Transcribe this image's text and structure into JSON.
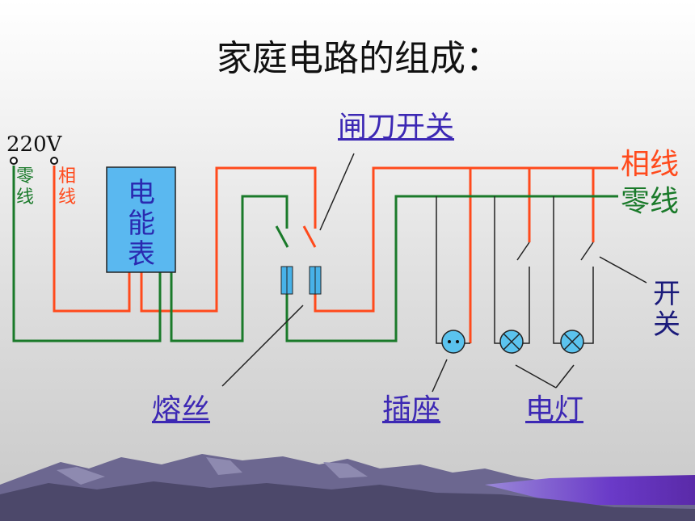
{
  "title": "家庭电路的组成：",
  "voltage": "220V",
  "source_terminals": {
    "neutral": "零线",
    "phase": "相线"
  },
  "meter_label": "电能表",
  "line_labels": {
    "phase": "相线",
    "neutral": "零线"
  },
  "component_labels": {
    "knife_switch": "闸刀开关",
    "fuse": "熔丝",
    "socket": "插座",
    "lamp": "电灯",
    "switch": "开关"
  },
  "colors": {
    "phase_wire": "#ff4a1c",
    "neutral_wire": "#1a7a2a",
    "meter_fill": "#5ab8f0",
    "fuse_fill": "#48b2e8",
    "lamp_fill": "#5bc3ee",
    "link_text": "#3c28b4"
  }
}
